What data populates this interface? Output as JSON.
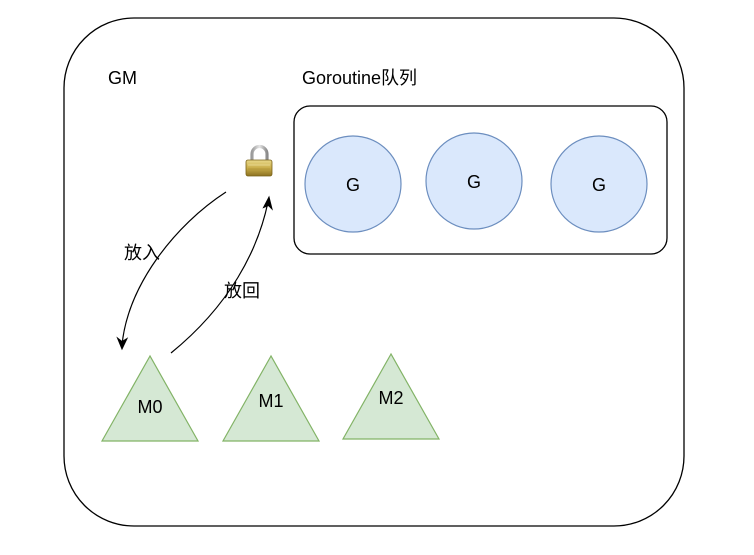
{
  "diagram": {
    "outer_label": "GM",
    "queue_label": "Goroutine队列",
    "goroutines": [
      {
        "label": "G"
      },
      {
        "label": "G"
      },
      {
        "label": "G"
      }
    ],
    "machines": [
      {
        "label": "M0"
      },
      {
        "label": "M1"
      },
      {
        "label": "M2"
      }
    ],
    "arrow_put_label": "放入",
    "arrow_return_label": "放回",
    "lock_icon": "padlock-icon"
  },
  "colors": {
    "goroutine_fill": "#dae8fc",
    "goroutine_stroke": "#6c8ebf",
    "machine_fill": "#d5e8d4",
    "machine_stroke": "#82b366",
    "line": "#000000"
  }
}
